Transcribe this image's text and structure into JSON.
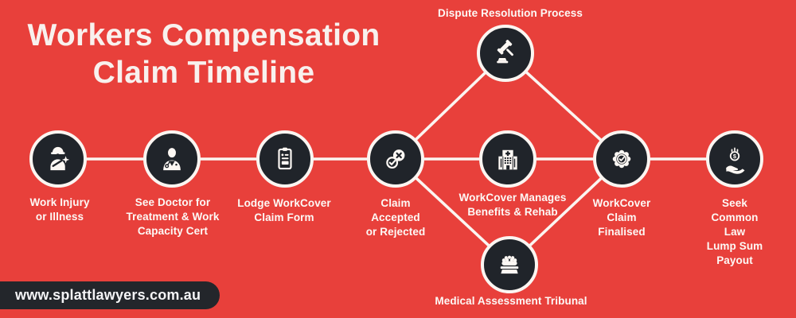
{
  "title": {
    "line1": "Workers Compensation",
    "line2": "Claim Timeline"
  },
  "timeline": {
    "steps": [
      {
        "label": "Work Injury\nor Illness",
        "icon": "worker-injury-icon"
      },
      {
        "label": "See Doctor for\nTreatment & Work\nCapacity Cert",
        "icon": "doctor-icon"
      },
      {
        "label": "Lodge WorkCover\nClaim Form",
        "icon": "claim-form-icon"
      },
      {
        "label": "Claim\nAccepted\nor Rejected",
        "icon": "accept-reject-icon"
      },
      {
        "label": "WorkCover Manages\nBenefits & Rehab",
        "icon": "hospital-icon"
      },
      {
        "label": "WorkCover\nClaim\nFinalised",
        "icon": "badge-check-icon"
      },
      {
        "label": "Seek Common Law\nLump Sum Payout",
        "icon": "hand-payout-icon"
      }
    ]
  },
  "branches": {
    "top": {
      "label": "Dispute Resolution Process",
      "icon": "gavel-icon"
    },
    "bottom": {
      "label": "Medical Assessment Tribunal",
      "icon": "tribunal-icon"
    }
  },
  "footer": {
    "url": "www.splattlawyers.com.au"
  },
  "colors": {
    "background": "#e8403b",
    "node_fill": "#20242a",
    "node_ring": "#fbf5f1",
    "connector": "#fbf5f1",
    "title_text": "#f8f1ee",
    "label_text": "#fdf9f6",
    "footer_bg": "#23262b",
    "footer_text": "#f4f4f6"
  }
}
